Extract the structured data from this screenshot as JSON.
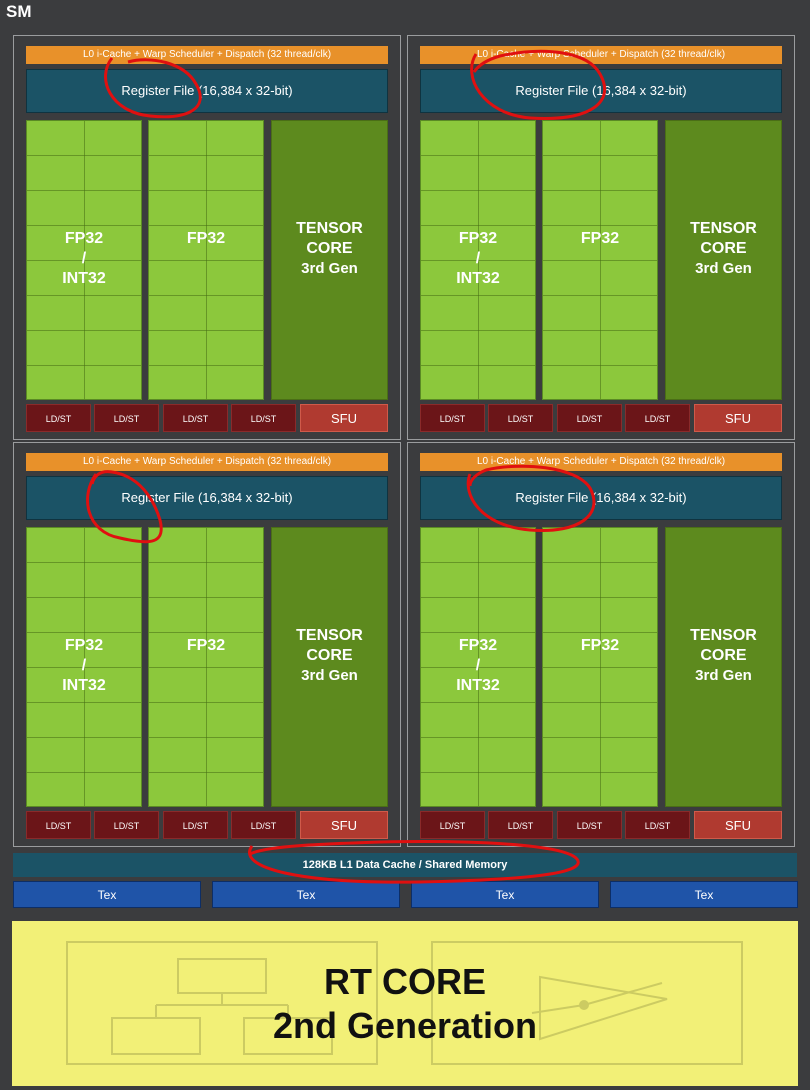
{
  "sm_label": "SM",
  "processing_blocks": [
    {
      "l0_label": "L0 i-Cache + Warp Scheduler + Dispatch (32 thread/clk)",
      "register_file": "Register File (16,384 x 32-bit)",
      "fp32_int32": [
        "FP32",
        "/",
        "INT32"
      ],
      "fp32": "FP32",
      "tensor": [
        "TENSOR",
        "CORE",
        "3rd Gen"
      ],
      "ldst": [
        "LD/ST",
        "LD/ST",
        "LD/ST",
        "LD/ST"
      ],
      "sfu": "SFU"
    },
    {
      "l0_label": "L0 i-Cache + Warp Scheduler + Dispatch (32 thread/clk)",
      "register_file": "Register File (16,384 x 32-bit)",
      "fp32_int32": [
        "FP32",
        "/",
        "INT32"
      ],
      "fp32": "FP32",
      "tensor": [
        "TENSOR",
        "CORE",
        "3rd Gen"
      ],
      "ldst": [
        "LD/ST",
        "LD/ST",
        "LD/ST",
        "LD/ST"
      ],
      "sfu": "SFU"
    },
    {
      "l0_label": "L0 i-Cache + Warp Scheduler + Dispatch (32 thread/clk)",
      "register_file": "Register File (16,384 x 32-bit)",
      "fp32_int32": [
        "FP32",
        "/",
        "INT32"
      ],
      "fp32": "FP32",
      "tensor": [
        "TENSOR",
        "CORE",
        "3rd Gen"
      ],
      "ldst": [
        "LD/ST",
        "LD/ST",
        "LD/ST",
        "LD/ST"
      ],
      "sfu": "SFU"
    },
    {
      "l0_label": "L0 i-Cache + Warp Scheduler + Dispatch (32 thread/clk)",
      "register_file": "Register File (16,384 x 32-bit)",
      "fp32_int32": [
        "FP32",
        "/",
        "INT32"
      ],
      "fp32": "FP32",
      "tensor": [
        "TENSOR",
        "CORE",
        "3rd Gen"
      ],
      "ldst": [
        "LD/ST",
        "LD/ST",
        "LD/ST",
        "LD/ST"
      ],
      "sfu": "SFU"
    }
  ],
  "l1_cache": "128KB L1 Data Cache / Shared Memory",
  "tex_units": [
    "Tex",
    "Tex",
    "Tex",
    "Tex"
  ],
  "rt_core": [
    "RT CORE",
    "2nd Generation"
  ],
  "colors": {
    "l0_bar": "#e8912a",
    "register_file": "#1b5366",
    "cuda_core": "#8cc83c",
    "tensor_core": "#5d8a1e",
    "ldst": "#6b1518",
    "sfu": "#b03a30",
    "tex": "#1f54a8",
    "rt_core": "#f2f077",
    "annotation": "#e01010"
  },
  "annotations": "red hand-drawn circles around the four Register File labels and the L1 cache label"
}
